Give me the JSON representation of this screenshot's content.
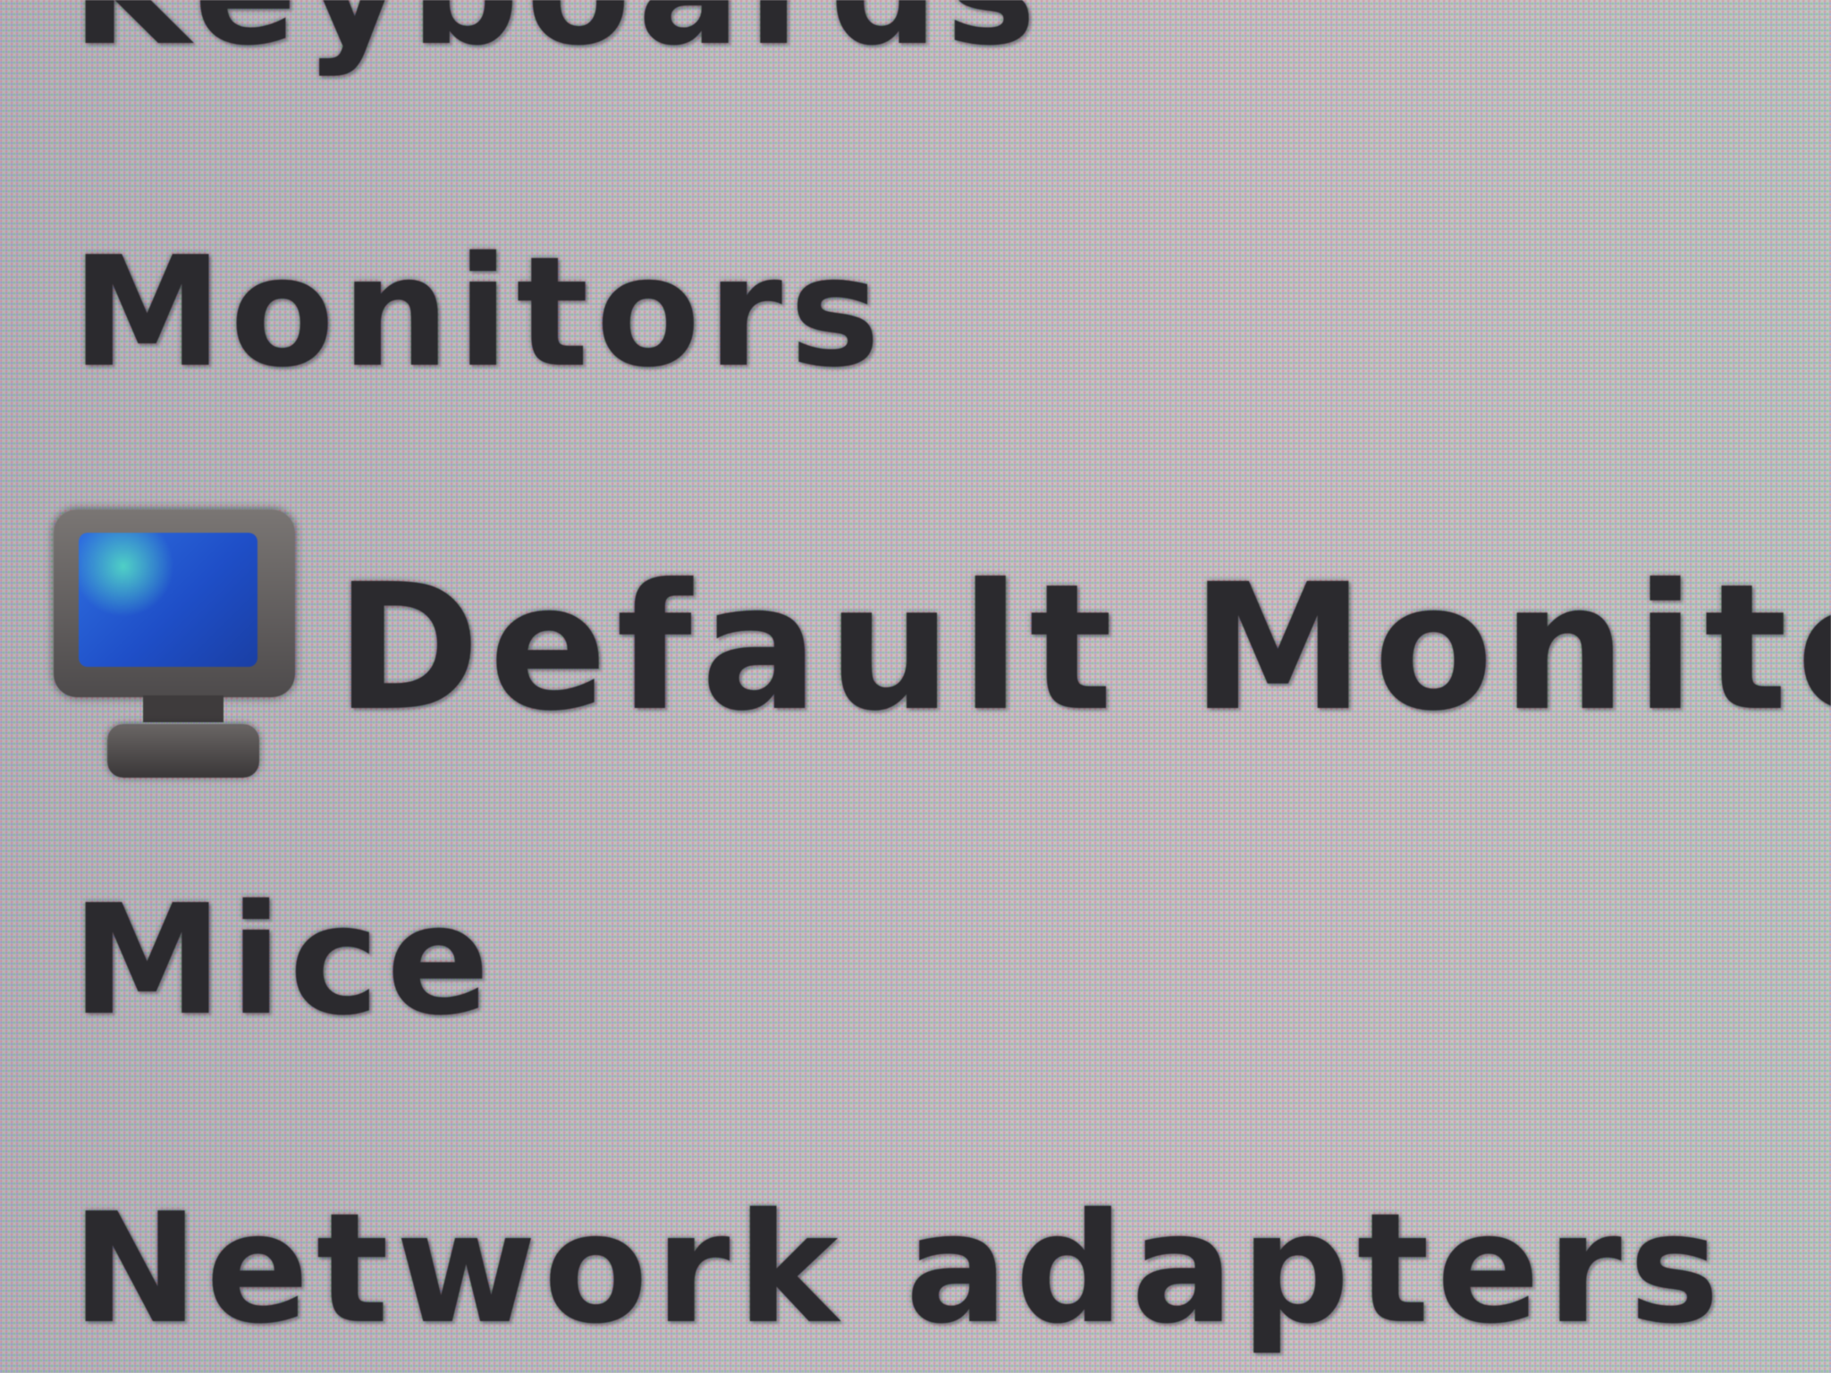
{
  "device_tree": {
    "categories": {
      "keyboards": "Keyboards",
      "monitors": "Monitors",
      "mice": "Mice",
      "network_adapters": "Network adapters"
    },
    "monitors_children": [
      {
        "label": "Default Monitor",
        "icon": "monitor-icon",
        "screen_color": "#2f6fe0"
      }
    ]
  }
}
